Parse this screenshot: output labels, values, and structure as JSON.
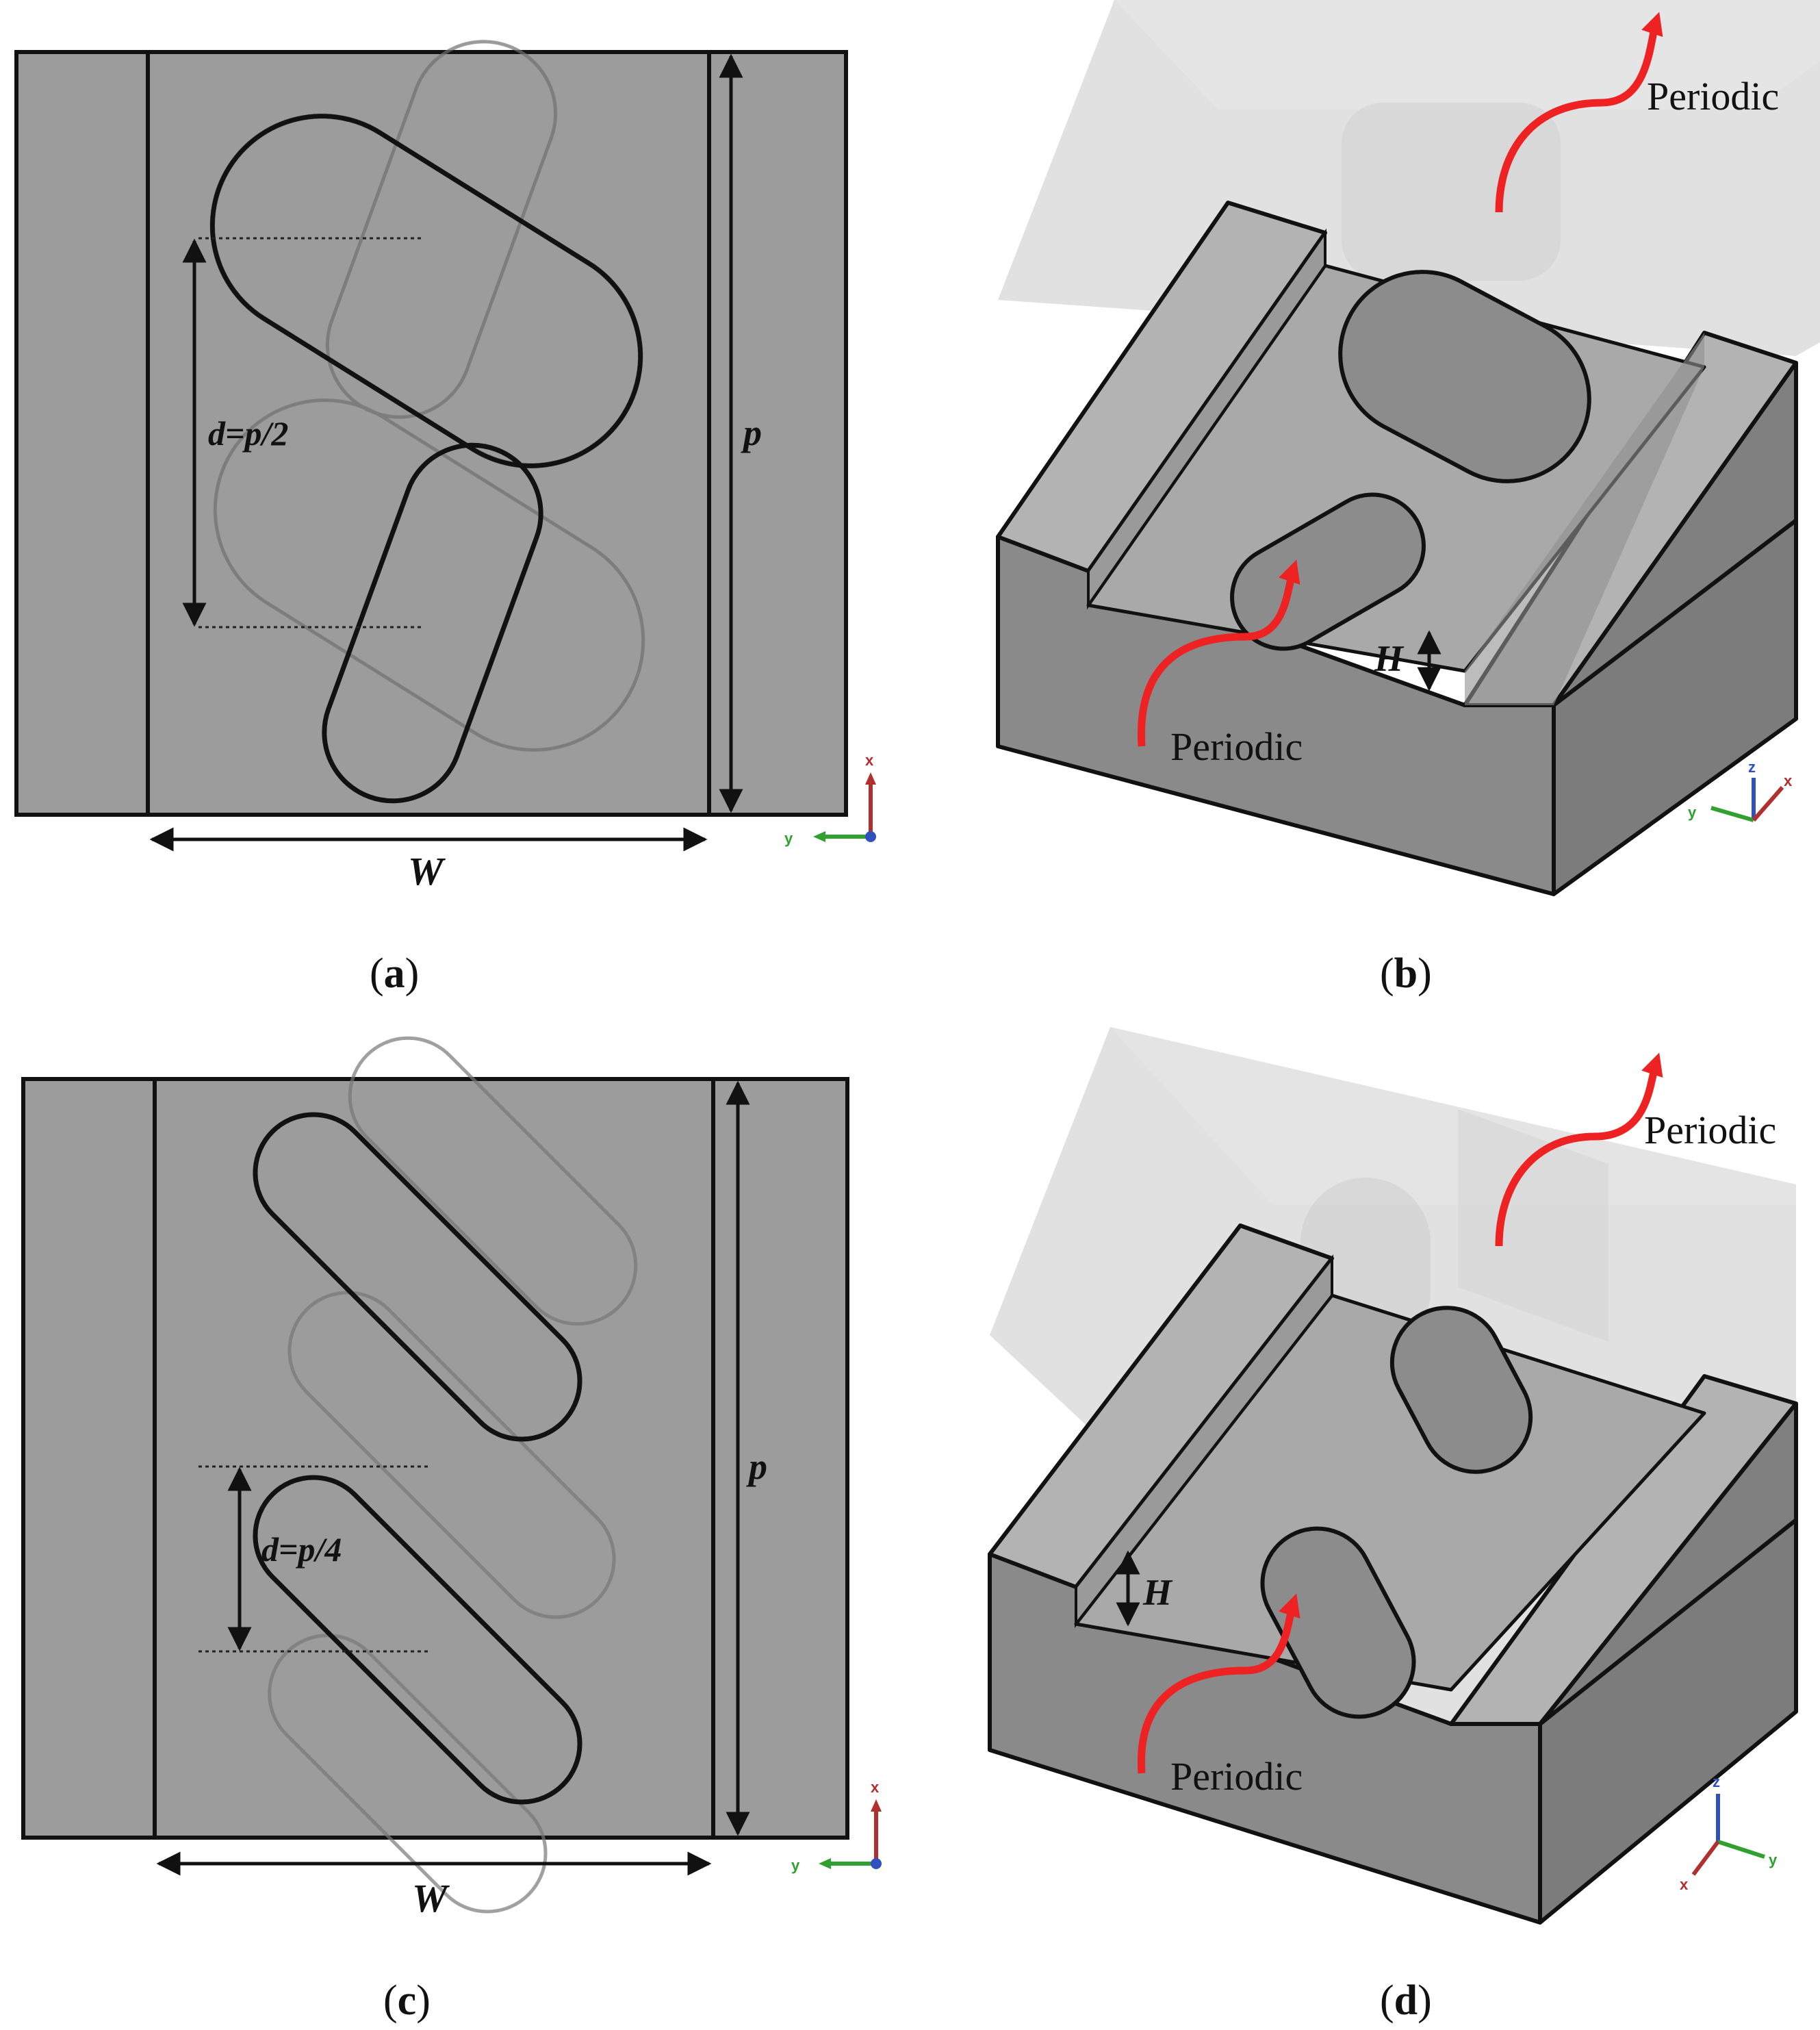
{
  "panels": {
    "a": {
      "caption_open": "(",
      "caption_letter": "a",
      "caption_close": ")",
      "label_d": "d=p/2",
      "label_p": "p",
      "label_w": "W",
      "axis_x": "x",
      "axis_y": "y"
    },
    "b": {
      "caption_open": "(",
      "caption_letter": "b",
      "caption_close": ")",
      "label_periodic_out": "Periodic",
      "label_periodic_in": "Periodic",
      "label_h": "H",
      "axis_x": "x",
      "axis_y": "y",
      "axis_z": "z"
    },
    "c": {
      "caption_open": "(",
      "caption_letter": "c",
      "caption_close": ")",
      "label_d": "d=p/4",
      "label_p": "p",
      "label_w": "W",
      "axis_x": "x",
      "axis_y": "y"
    },
    "d": {
      "caption_open": "(",
      "caption_letter": "d",
      "caption_close": ")",
      "label_periodic_out": "Periodic",
      "label_periodic_in": "Periodic",
      "label_h": "H",
      "axis_x": "x",
      "axis_y": "y",
      "axis_z": "z"
    }
  },
  "colors": {
    "solid": "#9a9a9a",
    "solid_side": "#8a8a8a",
    "flow_arrow": "#ee2222",
    "axis_x": "#b03030",
    "axis_y": "#30a030",
    "axis_z": "#3050c0"
  }
}
